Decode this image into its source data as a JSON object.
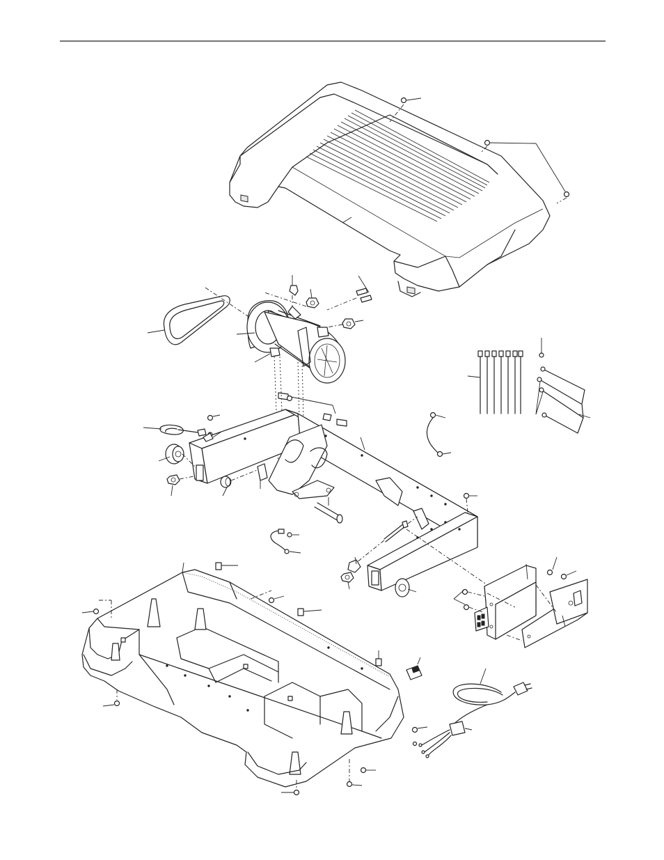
{
  "page": {
    "background": "#ffffff",
    "ink": "#222222"
  },
  "diagram": {
    "assemblies": [
      "hood",
      "drive-belt",
      "drive-motor",
      "motor-fasteners",
      "cable-ties",
      "frame",
      "front-roller-parts",
      "ground-wire",
      "base",
      "controller",
      "power-cord"
    ]
  }
}
